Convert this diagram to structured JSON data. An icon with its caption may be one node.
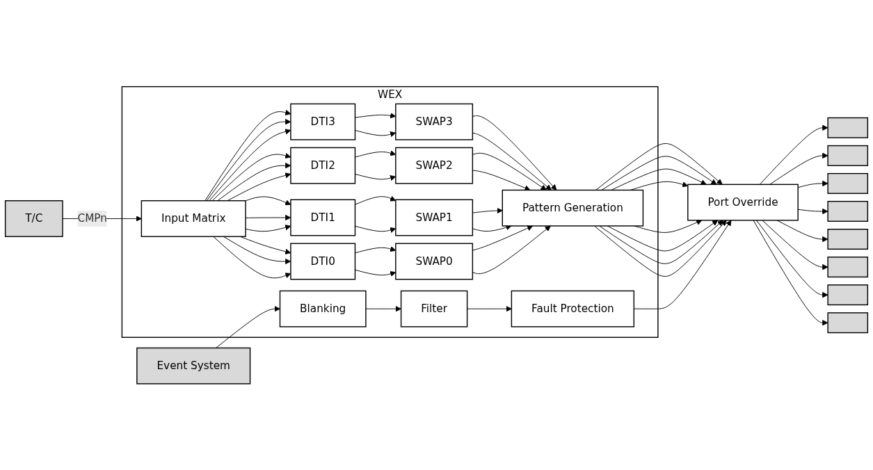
{
  "diagram": {
    "nodes": [
      {
        "text": [
          "T/C"
        ]
      },
      {
        "text": [
          "WEX"
        ]
      },
      {
        "text": [
          "Input Matrix"
        ],
        "in": 1
      },
      {
        "text": [
          "DTI3"
        ],
        "in": 1
      },
      {
        "text": [
          "SWAP3"
        ],
        "in": 1
      },
      {
        "text": [
          "DTI2"
        ],
        "in": 1
      },
      {
        "text": [
          "SWAP2"
        ],
        "in": 1
      },
      {
        "text": [
          "DTI1"
        ],
        "in": 1
      },
      {
        "text": [
          "SWAP1"
        ],
        "in": 1
      },
      {
        "text": [
          "DTI0"
        ],
        "in": 1
      },
      {
        "text": [
          "SWAP0"
        ],
        "in": 1
      },
      {
        "text": [
          "Pattern Generation"
        ],
        "in": 1
      },
      {
        "text": [
          "Port Override"
        ]
      },
      {
        "text": [],
        "shape": "box"
      },
      {
        "text": [],
        "shape": "box"
      },
      {
        "text": [],
        "shape": "box"
      },
      {
        "text": [],
        "shape": "box"
      },
      {
        "text": [],
        "shape": "box"
      },
      {
        "text": [],
        "shape": "box"
      },
      {
        "text": [],
        "shape": "box"
      },
      {
        "text": [],
        "shape": "box"
      },
      {
        "text": [
          "Event System"
        ]
      },
      {
        "text": [
          "Blanking"
        ],
        "in": 1
      },
      {
        "text": [
          "Filter"
        ],
        "in": 1
      },
      {
        "text": [
          "Fault Protection"
        ],
        "in": 1
      }
    ],
    "edges": [
      {
        "from": 0,
        "to": 2,
        "arrow": "to",
        "label": "CMPn"
      },
      {
        "from": 2,
        "to": 3,
        "arrow": "to"
      },
      {
        "from": 2,
        "to": 3,
        "arrow": "to"
      },
      {
        "from": 2,
        "to": 3,
        "arrow": "to"
      },
      {
        "from": 2,
        "to": 5,
        "arrow": "to"
      },
      {
        "from": 2,
        "to": 5,
        "arrow": "to"
      },
      {
        "from": 2,
        "to": 5,
        "arrow": "to"
      },
      {
        "from": 2,
        "to": 7,
        "arrow": "to"
      },
      {
        "from": 2,
        "to": 7,
        "arrow": "to"
      },
      {
        "from": 2,
        "to": 7,
        "arrow": "to"
      },
      {
        "from": 2,
        "to": 9,
        "arrow": "to"
      },
      {
        "from": 2,
        "to": 9,
        "arrow": "to"
      },
      {
        "from": 2,
        "to": 9,
        "arrow": "to"
      },
      {
        "from": 3,
        "to": 4,
        "arrow": "to"
      },
      {
        "from": 3,
        "to": 4,
        "arrow": "to"
      },
      {
        "from": 5,
        "to": 6,
        "arrow": "to"
      },
      {
        "from": 5,
        "to": 6,
        "arrow": "to"
      },
      {
        "from": 7,
        "to": 8,
        "arrow": "to"
      },
      {
        "from": 7,
        "to": 8,
        "arrow": "to"
      },
      {
        "from": 9,
        "to": 10,
        "arrow": "to"
      },
      {
        "from": 9,
        "to": 10,
        "arrow": "to"
      },
      {
        "from": 4,
        "to": 11,
        "arrow": "to"
      },
      {
        "from": 4,
        "to": 11,
        "arrow": "to"
      },
      {
        "from": 6,
        "to": 11,
        "arrow": "to"
      },
      {
        "from": 6,
        "to": 11,
        "arrow": "to"
      },
      {
        "from": 8,
        "to": 11,
        "arrow": "to"
      },
      {
        "from": 8,
        "to": 11,
        "arrow": "to"
      },
      {
        "from": 10,
        "to": 11,
        "arrow": "to"
      },
      {
        "from": 10,
        "to": 11,
        "arrow": "to"
      },
      {
        "from": 11,
        "to": 12,
        "arrow": "to"
      },
      {
        "from": 11,
        "to": 12,
        "arrow": "to"
      },
      {
        "from": 11,
        "to": 12,
        "arrow": "to"
      },
      {
        "from": 11,
        "to": 12,
        "arrow": "to"
      },
      {
        "from": 11,
        "to": 12,
        "arrow": "to"
      },
      {
        "from": 11,
        "to": 12,
        "arrow": "to"
      },
      {
        "from": 11,
        "to": 12,
        "arrow": "to"
      },
      {
        "from": 11,
        "to": 12,
        "arrow": "to"
      },
      {
        "from": 12,
        "to": 13,
        "arrow": "to"
      },
      {
        "from": 12,
        "to": 14,
        "arrow": "to"
      },
      {
        "from": 12,
        "to": 15,
        "arrow": "to"
      },
      {
        "from": 12,
        "to": 16,
        "arrow": "to"
      },
      {
        "from": 12,
        "to": 17,
        "arrow": "to"
      },
      {
        "from": 12,
        "to": 18,
        "arrow": "to"
      },
      {
        "from": 12,
        "to": 19,
        "arrow": "to"
      },
      {
        "from": 12,
        "to": 20,
        "arrow": "to"
      },
      {
        "from": 21,
        "to": 22,
        "arrow": "to"
      },
      {
        "from": 22,
        "to": 23,
        "arrow": "to"
      },
      {
        "from": 23,
        "to": 24,
        "arrow": "to"
      },
      {
        "from": 24,
        "to": 12,
        "arrow": "to"
      }
    ]
  }
}
